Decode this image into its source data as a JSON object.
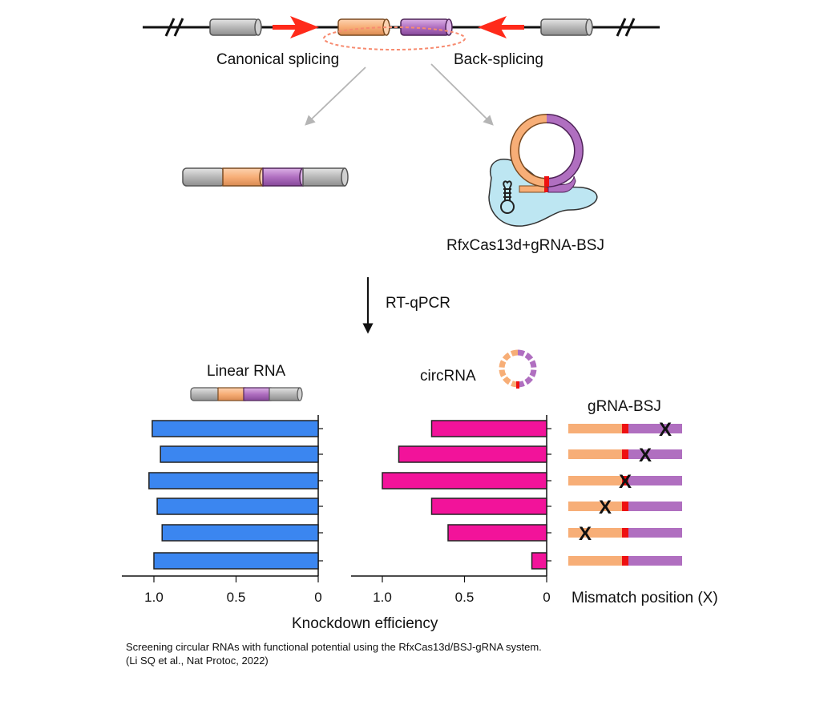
{
  "labels": {
    "canonical_splicing": "Canonical splicing",
    "back_splicing": "Back-splicing",
    "complex": "RfxCas13d+gRNA-BSJ",
    "assay": "RT-qPCR",
    "linear_rna": "Linear RNA",
    "circ_rna": "circRNA",
    "grna_bsj": "gRNA-BSJ",
    "mismatch_position": "Mismatch position (X)",
    "x_axis_title": "Knockdown efficiency",
    "mismatch_marker": "X"
  },
  "caption": {
    "line1": "Screening circular RNAs with functional potential using the RfxCas13d/BSJ-gRNA system.",
    "line2": "(Li SQ et al., Nat Protoc, 2022)"
  },
  "colors": {
    "linear_bar": "#3b86f0",
    "circ_bar": "#f2139a",
    "exon_orange": "#f7ae77",
    "exon_purple": "#b06fc0",
    "exon_gray": "#bcbcbc",
    "junction_red": "#ee1111",
    "intron_arrow": "#ff2a1a",
    "cas13_body": "#bde6f2"
  },
  "chart_data": [
    {
      "type": "bar",
      "orientation": "horizontal",
      "title": "Linear RNA",
      "xlabel": "Knockdown efficiency",
      "xlim": [
        1.2,
        0
      ],
      "xticks": [
        "1.0",
        "0.5",
        "0"
      ],
      "values": [
        1.01,
        0.96,
        1.03,
        0.98,
        0.95,
        1.0
      ]
    },
    {
      "type": "bar",
      "orientation": "horizontal",
      "title": "circRNA",
      "xlabel": "Knockdown efficiency",
      "xlim": [
        1.2,
        0
      ],
      "xticks": [
        "1.0",
        "0.5",
        "0"
      ],
      "values": [
        0.7,
        0.9,
        1.0,
        0.7,
        0.6,
        0.09
      ]
    }
  ],
  "grna_rows": [
    {
      "mismatch_offset": 2
    },
    {
      "mismatch_offset": 1
    },
    {
      "mismatch_offset": 0
    },
    {
      "mismatch_offset": -1
    },
    {
      "mismatch_offset": -2
    },
    {
      "mismatch_offset": null
    }
  ]
}
